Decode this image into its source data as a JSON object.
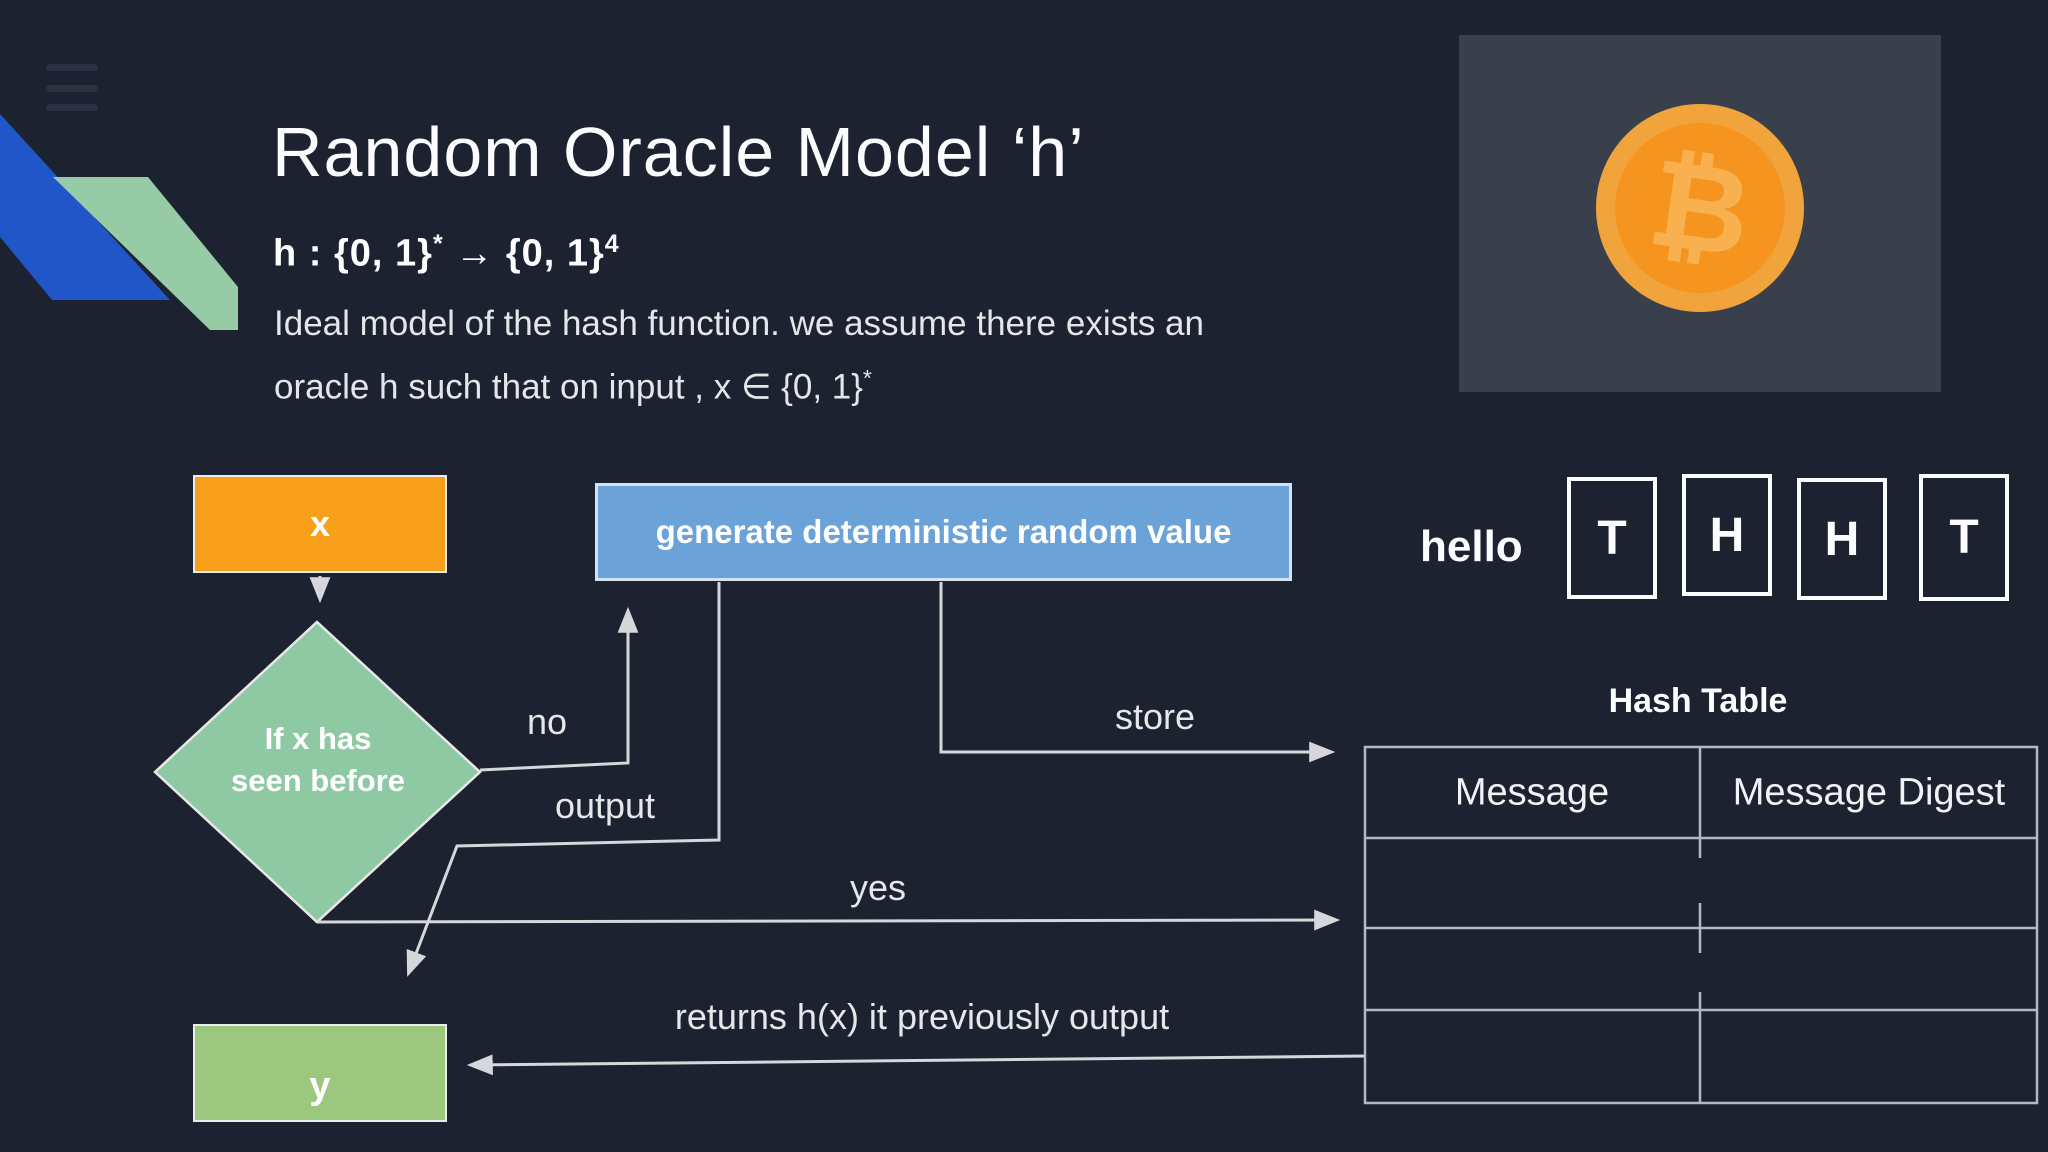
{
  "slide": {
    "title": "Random Oracle Model ‘h’",
    "formula": {
      "base1": "h : {0, 1}",
      "sup1": "*",
      "arrow": "→",
      "base2": "{0, 1}",
      "sup2": "4"
    },
    "description": {
      "line1": "Ideal model of the hash function. we assume there exists an",
      "line2_base": "oracle h such that on input , x ∈ {0, 1}",
      "line2_sup": "*"
    }
  },
  "flowchart": {
    "input_box_label": "x",
    "decision_line1": "If x has",
    "decision_line2": "seen before",
    "process_box_label": "generate deterministic random value",
    "output_box_label": "y",
    "edge_labels": {
      "no": "no",
      "output": "output",
      "store": "store",
      "yes": "yes",
      "returns": "returns h(x) it previously output"
    }
  },
  "hash_demo": {
    "input_word": "hello",
    "digest_letters": [
      "T",
      "H",
      "H",
      "T"
    ],
    "table_title": "Hash Table",
    "columns": [
      "Message",
      "Message Digest"
    ],
    "empty_row_count": 3
  },
  "bitcoin": {
    "symbol": "₿"
  },
  "colors": {
    "background": "#1d2230",
    "accent_orange": "#f9a01b",
    "accent_blue_box": "#6ba3d9",
    "accent_diamond_green": "#8fc9a4",
    "accent_y_green": "#9bc87e",
    "ribbon_blue": "#2156c8",
    "ribbon_green": "#96cba5",
    "line_gray": "#d6d7db",
    "coin_outer": "#f2a43c",
    "coin_inner": "#f5941f"
  }
}
